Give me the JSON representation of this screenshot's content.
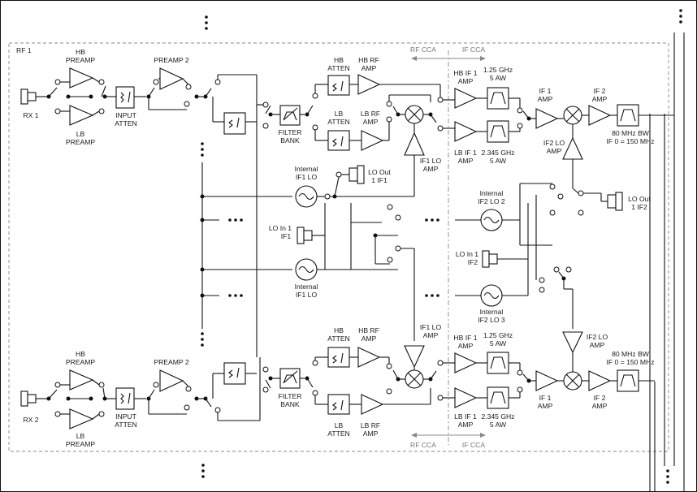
{
  "diagram": {
    "rf1_label": "RF 1",
    "rx1_label": "RX 1",
    "rx2_label": "RX 2",
    "hb_preamp": [
      "HB",
      "PREAMP"
    ],
    "lb_preamp": [
      "LB",
      "PREAMP"
    ],
    "preamp2": "PREAMP 2",
    "input_atten": [
      "INPUT",
      "ATTEN"
    ],
    "filter_bank": [
      "FILTER",
      "BANK"
    ],
    "hb_atten": [
      "HB",
      "ATTEN"
    ],
    "lb_atten": [
      "LB",
      "ATTEN"
    ],
    "hb_rf_amp": [
      "HB RF",
      "AMP"
    ],
    "lb_rf_amp": [
      "LB RF",
      "AMP"
    ],
    "rf_cca": "RF CCA",
    "if_cca": "IF CCA",
    "hb_if1_amp": [
      "HB IF 1",
      "AMP"
    ],
    "lb_if1_amp": [
      "LB IF 1",
      "AMP"
    ],
    "filter_125": [
      "1.25 GHz",
      "5 AW"
    ],
    "filter_2345": [
      "2.345 GHz",
      "5 AW"
    ],
    "if1_amp": [
      "IF 1",
      "AMP"
    ],
    "if2_amp": [
      "IF 2",
      "AMP"
    ],
    "if1_lo_amp": [
      "IF1 LO",
      "AMP"
    ],
    "if2_lo_amp": [
      "IF2 LO",
      "AMP"
    ],
    "bw_80": [
      "80 MHz BW",
      "IF 0 = 150 MHz"
    ],
    "internal_if1_lo": [
      "Internal",
      "IF1 LO"
    ],
    "lo_out_if1": [
      "LO Out",
      "1 IF1"
    ],
    "lo_in_if1": [
      "LO In 1",
      "IF1"
    ],
    "internal_if2_lo2": [
      "Internal",
      "IF2  LO 2"
    ],
    "internal_if2_lo3": [
      "Internal",
      "IF2  LO 3"
    ],
    "lo_out_if2": [
      "LO Out",
      "1 IF2"
    ],
    "lo_in_if2": [
      "LO In 1",
      "IF2"
    ],
    "ellipsis": "• • •"
  },
  "colors": {
    "line": "#111111",
    "border_dash": "#888888",
    "label": "#1a1a1a"
  }
}
